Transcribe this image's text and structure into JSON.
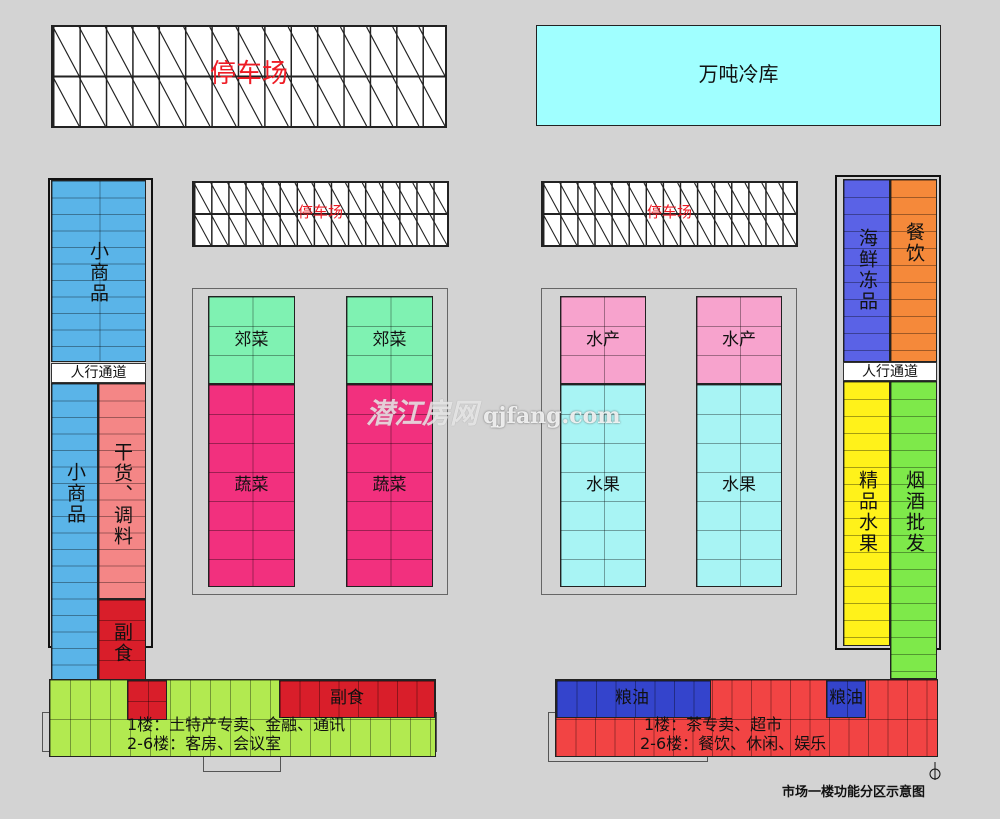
{
  "parking": {
    "top_left": {
      "label": "停车场"
    },
    "mid_left": {
      "label": "停车场"
    },
    "mid_right": {
      "label": "停车场"
    }
  },
  "cold_storage": {
    "label": "万吨冷库",
    "color": "#a0ffff"
  },
  "left_wing": {
    "upper": {
      "label": "小商品",
      "color": "#5ab4e8"
    },
    "walkway": {
      "label": "人行通道"
    },
    "lower_left": {
      "label": "小商品",
      "color": "#5ab4e8"
    },
    "lower_right": {
      "label": "干货、调料",
      "color": "#f48686"
    },
    "bottom_right": {
      "label": "副食",
      "color": "#d91e2a"
    }
  },
  "bottom_left_building": {
    "red_section": {
      "label": "副食",
      "color": "#d91e2a"
    },
    "main_color": "#b2ea50",
    "floor1": "1楼：土特产专卖、金融、通讯",
    "floor2_6": "2-6楼：客房、会议室"
  },
  "center_left": {
    "blocks": [
      {
        "top": "郊菜",
        "bottom": "蔬菜"
      },
      {
        "top": "郊菜",
        "bottom": "蔬菜"
      }
    ],
    "top_color": "#7ff2b2",
    "bottom_color": "#f2307e"
  },
  "center_right": {
    "blocks": [
      {
        "top": "水产",
        "bottom": "水果"
      },
      {
        "top": "水产",
        "bottom": "水果"
      }
    ],
    "top_color": "#f7a3cd",
    "bottom_color": "#a8f4f4"
  },
  "right_wing": {
    "upper_left": {
      "label": "海鲜冻品",
      "color": "#5a62e6"
    },
    "upper_right": {
      "label": "餐饮",
      "color": "#f5893a"
    },
    "walkway": {
      "label": "人行通道"
    },
    "lower_left": {
      "label": "精品水果",
      "color": "#fff21a"
    },
    "lower_right": {
      "label": "烟酒批发",
      "color": "#7ee94a"
    }
  },
  "bottom_right_building": {
    "blue_section_1": {
      "label": "粮油",
      "color": "#3444cc"
    },
    "blue_section_2": {
      "label": "粮油",
      "color": "#3444cc"
    },
    "main_color": "#f24444",
    "floor1": "1楼：茶专卖、超市",
    "floor2_6": "2-6楼：餐饮、休闲、娱乐"
  },
  "watermark": {
    "cn": "潜江房网",
    "en": "qjfang.com"
  },
  "caption": "市场一楼功能分区示意图"
}
